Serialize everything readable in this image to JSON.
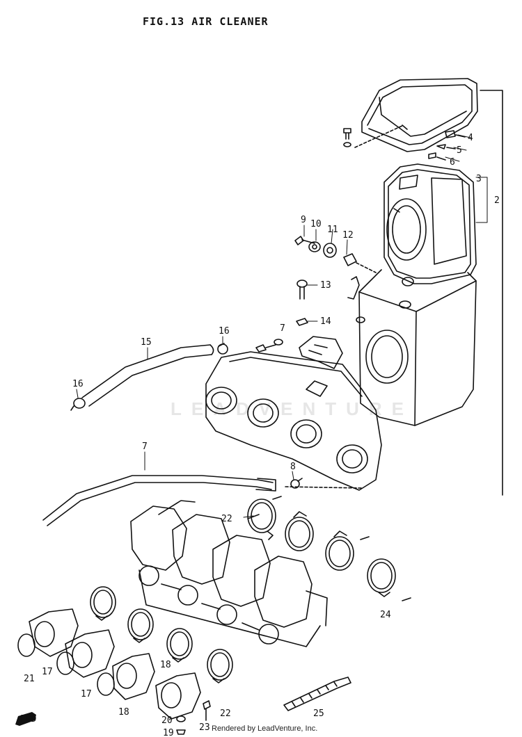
{
  "diagram": {
    "title": "FIG.13  AIR CLEANER",
    "credit": "Rendered by LeadVenture, Inc.",
    "watermark": "LEADVENTURE",
    "fwd_label": "FWD",
    "part_numbers": [
      "2",
      "3",
      "4",
      "5",
      "6",
      "7",
      "8",
      "9",
      "10",
      "11",
      "12",
      "13",
      "14",
      "15",
      "16",
      "16",
      "17",
      "17",
      "18",
      "18",
      "19",
      "20",
      "21",
      "22",
      "23",
      "24",
      "25"
    ]
  }
}
